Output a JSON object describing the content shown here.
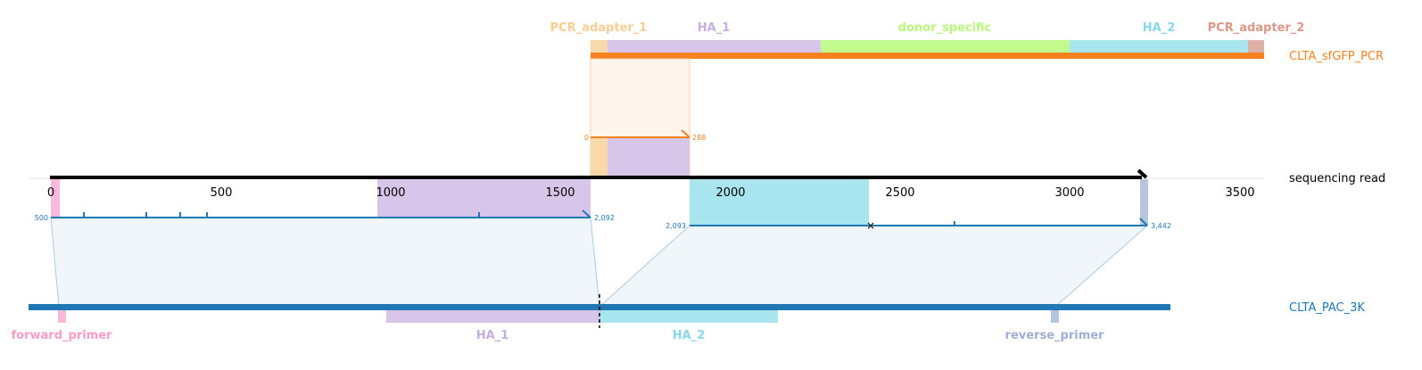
{
  "colors": {
    "pcr_adapter": "#f9d8aa",
    "pcr_adapter_text": "#f8cd95",
    "ha1": "#d7c6ea",
    "ha1_text": "#c5aee2",
    "donor": "#c2fa8e",
    "donor_text": "#b8f77e",
    "ha2": "#a9e5ef",
    "ha2_text": "#8ad6ea",
    "pcr_adapter2": "#deb0a6",
    "pcr_adapter2_text": "#db9788",
    "orange": "#f6821f",
    "blue": "#1f77b4",
    "forward_primer": "#f9b9da",
    "forward_primer_text": "#f89cc8",
    "reverse_primer": "#b7c4df",
    "reverse_primer_text": "#9db0d6"
  },
  "tracks": {
    "top": "CLTA_sfGFP_PCR",
    "middle": "sequencing read",
    "bottom": "CLTA_PAC_3K"
  },
  "top_features": [
    {
      "name": "PCR_adapter_1",
      "color": "pcr_adapter",
      "text_color": "pcr_adapter_text"
    },
    {
      "name": "HA_1",
      "color": "ha1",
      "text_color": "ha1_text"
    },
    {
      "name": "donor_specific",
      "color": "donor",
      "text_color": "donor_text"
    },
    {
      "name": "HA_2",
      "color": "ha2",
      "text_color": "ha2_text"
    },
    {
      "name": "PCR_adapter_2",
      "color": "pcr_adapter2",
      "text_color": "pcr_adapter2_text"
    }
  ],
  "bottom_features": [
    {
      "name": "forward_primer",
      "text_color": "forward_primer_text"
    },
    {
      "name": "HA_1",
      "text_color": "ha1_text"
    },
    {
      "name": "HA_2",
      "text_color": "ha2_text"
    },
    {
      "name": "reverse_primer",
      "text_color": "reverse_primer_text"
    }
  ],
  "read_axis": {
    "ticks": [
      "0",
      "500",
      "1000",
      "1500",
      "2000",
      "2500",
      "3000",
      "3500"
    ]
  },
  "alignments": {
    "top": {
      "start_label": "0",
      "end_label": "288"
    },
    "left": {
      "start_label": "500",
      "end_label": "2,092"
    },
    "right": {
      "start_label": "2,093",
      "end_label": "3,442"
    }
  },
  "mismatch_marker": "×"
}
